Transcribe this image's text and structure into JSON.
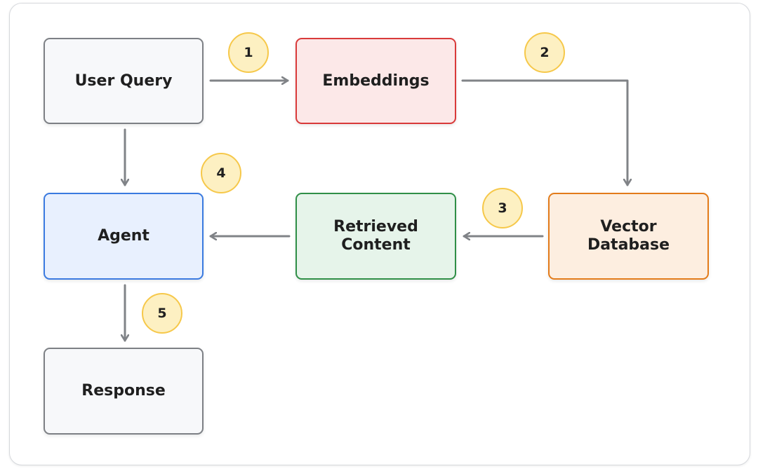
{
  "nodes": {
    "user_query": "User Query",
    "embeddings": "Embeddings",
    "agent": "Agent",
    "retrieved_content": "Retrieved\nContent",
    "vector_database": "Vector\nDatabase",
    "response": "Response"
  },
  "steps": [
    "1",
    "2",
    "3",
    "4",
    "5"
  ],
  "colors": {
    "connector": "#808387",
    "neutral_fill": "#f7f8fa",
    "neutral_border": "#7d8085",
    "embeddings_fill": "#fce8e8",
    "embeddings_border": "#d93a3a",
    "agent_fill": "#e8f0fe",
    "agent_border": "#3a7ae0",
    "retrieved_fill": "#e6f4ea",
    "retrieved_border": "#2f8f47",
    "vector_fill": "#fdeee0",
    "vector_border": "#e37b1a",
    "badge_fill": "#fdf0c2",
    "badge_border": "#f6c84a"
  }
}
